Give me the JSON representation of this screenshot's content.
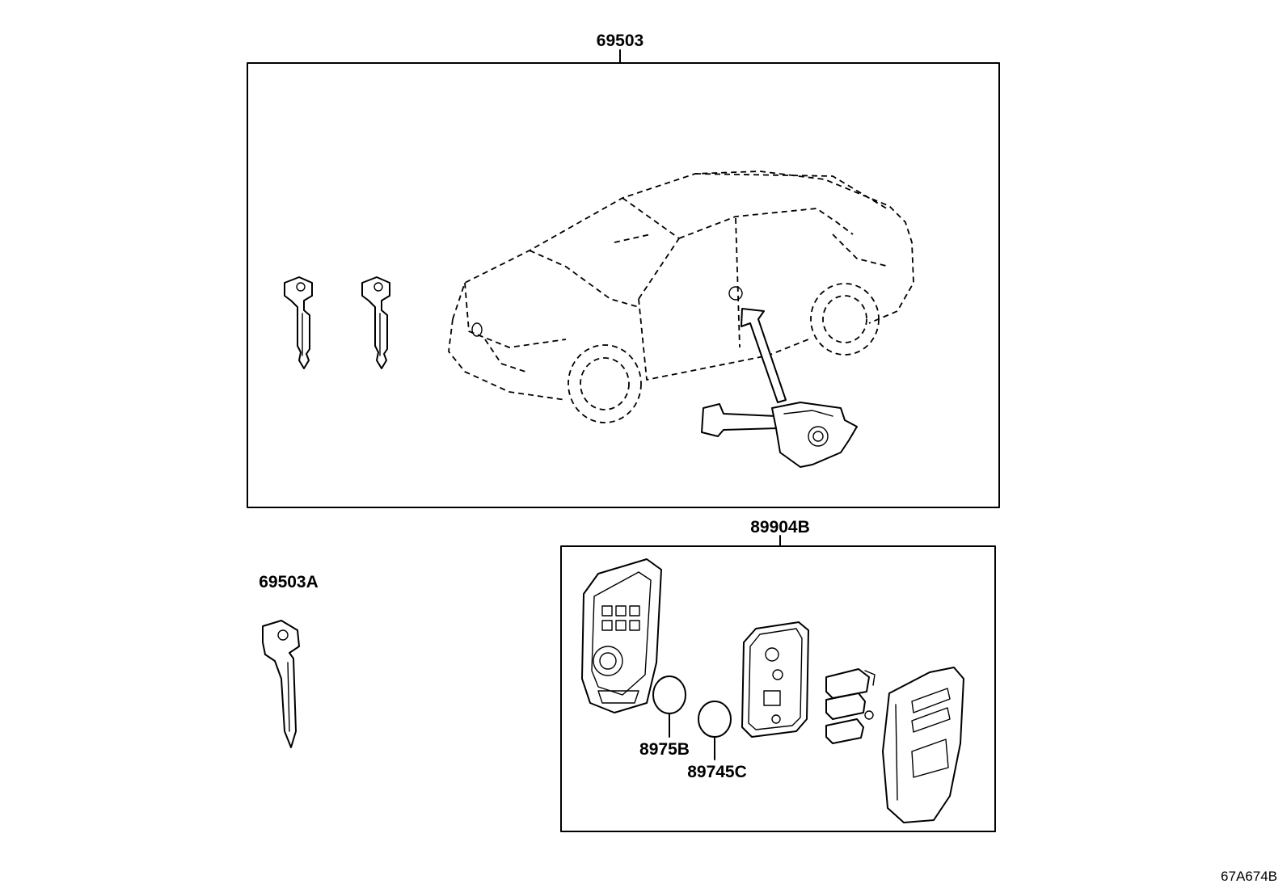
{
  "labels": {
    "main_assembly": "69503",
    "spare_key": "69503A",
    "transmitter_assembly": "89904B",
    "battery_cover": "8975B",
    "battery": "89745C",
    "diagram_code": "67A674B"
  }
}
